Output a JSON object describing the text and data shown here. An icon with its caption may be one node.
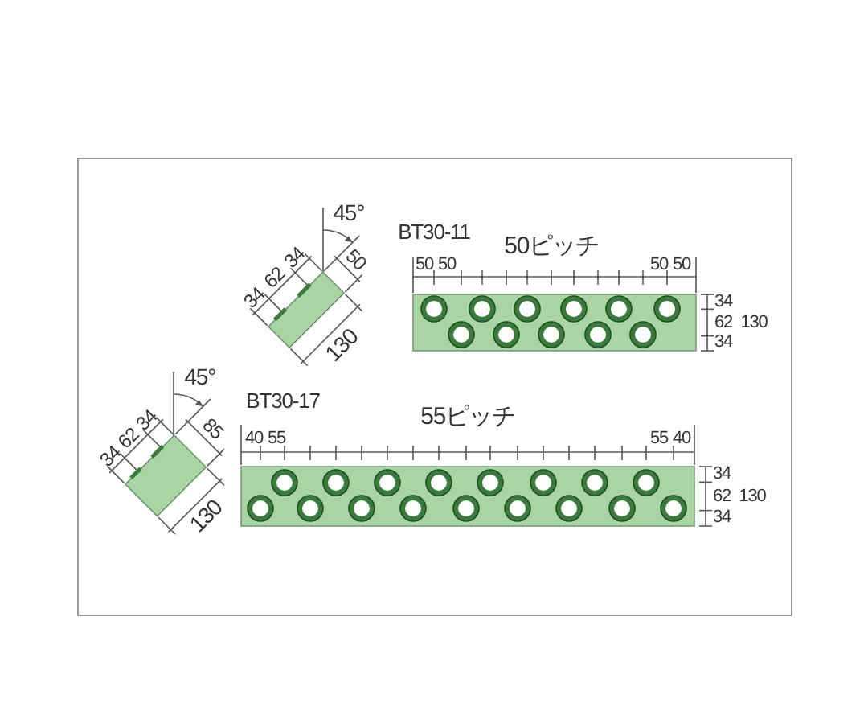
{
  "diagram": {
    "labels": [
      "45°",
      "34",
      "62",
      "34",
      "50",
      "130",
      "BT30-11",
      "50ピッチ",
      "50",
      "50",
      "50",
      "50",
      "34",
      "62",
      "130",
      "34",
      "45°",
      "34",
      "62",
      "34",
      "85",
      "130",
      "BT30-17",
      "55ピッチ",
      "40",
      "55",
      "55",
      "40",
      "34",
      "62",
      "130",
      "34"
    ]
  }
}
